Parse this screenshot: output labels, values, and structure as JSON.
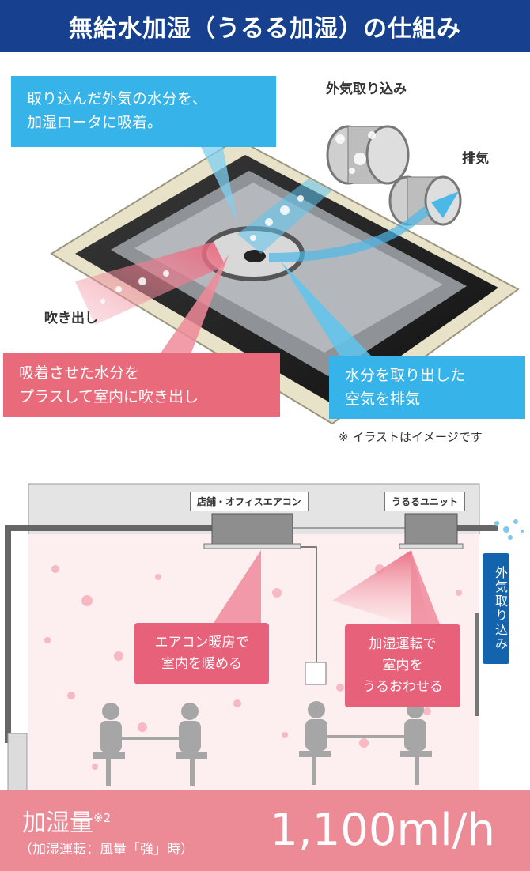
{
  "header": {
    "title": "無給水加湿（うるる加湿）の仕組み"
  },
  "top_diagram": {
    "callout_absorb": [
      "取り込んだ外気の水分を、",
      "加湿ロータに吸着。"
    ],
    "label_intake": "外気取り込み",
    "label_exhaust": "排気",
    "label_blowout": "吹き出し",
    "callout_add": [
      "吸着させた水分を",
      "プラスして室内に吹き出し"
    ],
    "callout_remove": [
      "水分を取り出した",
      "空気を排気"
    ],
    "note": "※ イラストはイメージです"
  },
  "room_diagram": {
    "label_aircon": "店舗・オフィスエアコン",
    "label_unit": "うるるユニット",
    "label_intake_vertical": "外気取り込み",
    "callout_heating": [
      "エアコン暖房で",
      "室内を暖める"
    ],
    "callout_humidify": [
      "加湿運転で",
      "室内を",
      "うるおわせる"
    ]
  },
  "spec": {
    "title": "加湿量",
    "superscript": "※2",
    "condition": "（加湿運転：風量「強」時）",
    "value": "1,100ml/h"
  },
  "colors": {
    "header": "#17418f",
    "blue": "#36b3e8",
    "pink": "#e96b7b",
    "band": "#ec8a96"
  }
}
